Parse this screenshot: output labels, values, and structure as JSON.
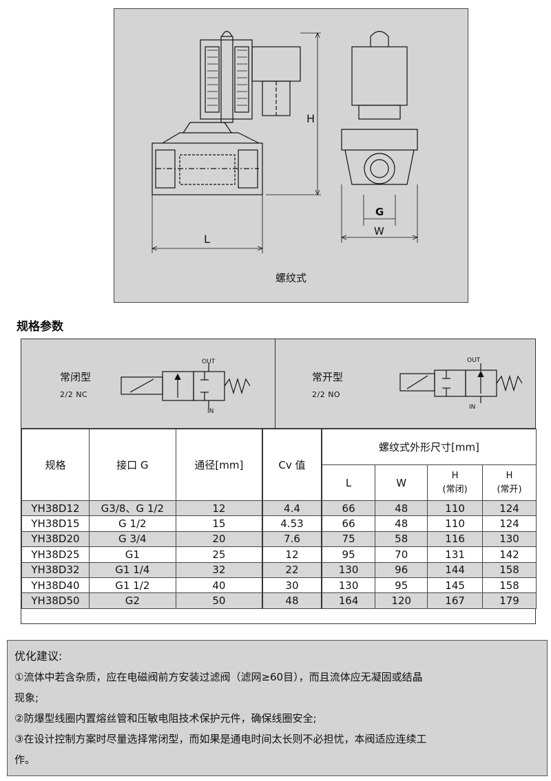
{
  "drawing": {
    "caption": "螺纹式",
    "dim_L": "L",
    "dim_H": "H",
    "dim_G": "G",
    "dim_W": "W"
  },
  "section_title": "规格参数",
  "symbols": {
    "nc": {
      "label": "常闭型",
      "sub": "2/2  NC",
      "out": "OUT",
      "in": "IN"
    },
    "no": {
      "label": "常开型",
      "sub": "2/2  NO",
      "out": "OUT",
      "in": "IN"
    }
  },
  "table": {
    "headers": {
      "model": "规格",
      "port": "接口 G",
      "bore": "通径[mm]",
      "cv": "Cv 值",
      "dims": "螺纹式外形尺寸[mm]",
      "L": "L",
      "W": "W",
      "H_nc_1": "H",
      "H_nc_2": "(常闭)",
      "H_no_1": "H",
      "H_no_2": "(常开)"
    },
    "rows": [
      {
        "model": "YH38D12",
        "port": "G3/8、G 1/2",
        "bore": "12",
        "cv": "4.4",
        "L": "66",
        "W": "48",
        "Hnc": "110",
        "Hno": "124"
      },
      {
        "model": "YH38D15",
        "port": "G 1/2",
        "bore": "15",
        "cv": "4.53",
        "L": "66",
        "W": "48",
        "Hnc": "110",
        "Hno": "124"
      },
      {
        "model": "YH38D20",
        "port": "G 3/4",
        "bore": "20",
        "cv": "7.6",
        "L": "75",
        "W": "58",
        "Hnc": "116",
        "Hno": "130"
      },
      {
        "model": "YH38D25",
        "port": "G1",
        "bore": "25",
        "cv": "12",
        "L": "95",
        "W": "70",
        "Hnc": "131",
        "Hno": "142"
      },
      {
        "model": "YH38D32",
        "port": "G1 1/4",
        "bore": "32",
        "cv": "22",
        "L": "130",
        "W": "96",
        "Hnc": "144",
        "Hno": "158"
      },
      {
        "model": "YH38D40",
        "port": "G1 1/2",
        "bore": "40",
        "cv": "30",
        "L": "130",
        "W": "95",
        "Hnc": "145",
        "Hno": "158"
      },
      {
        "model": "YH38D50",
        "port": "G2",
        "bore": "50",
        "cv": "48",
        "L": "164",
        "W": "120",
        "Hnc": "167",
        "Hno": "179"
      }
    ]
  },
  "notes": {
    "title": "优化建议:",
    "items": [
      "①流体中若含杂质，应在电磁阀前方安装过滤阀（滤网≥60目），而且流体应无凝固或结晶",
      "现象;",
      "②防爆型线圈内置熔丝管和压敏电阻技术保护元件，确保线圈安全;",
      "③在设计控制方案时尽量选择常闭型，而如果是通电时间太长则不必担忧，本阀适应连续工",
      "作。"
    ]
  }
}
